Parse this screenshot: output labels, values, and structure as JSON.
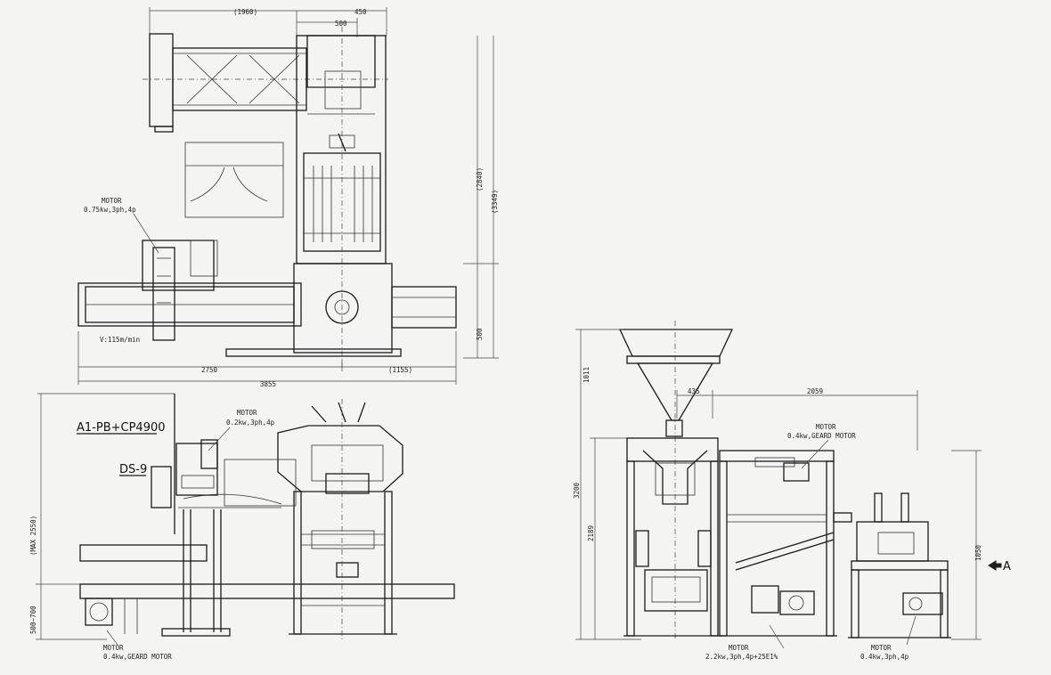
{
  "labels": {
    "model": "A1-PB+CP4900",
    "ds": "DS-9",
    "arrow_a": "A",
    "speed": "V:115m/min"
  },
  "motors": {
    "plan_motor_title": "MOTOR",
    "plan_motor_spec": "0.75kw,3ph,4p",
    "side_motor_title": "MOTOR",
    "side_motor_spec": "0.2kw,3ph,4p",
    "geared_motor_title": "MOTOR",
    "geared_motor_spec": "0.4kw,GEARD MOTOR",
    "right_geared_title": "MOTOR",
    "right_geared_spec": "0.4kw,GEARD MOTOR",
    "right_motor_1_title": "MOTOR",
    "right_motor_1_spec": "2.2kw,3ph,4p+25E1%",
    "right_motor_2_title": "MOTOR",
    "right_motor_2_spec": "0.4kw,3ph,4p"
  },
  "dimensions": {
    "top_overall": "(1960)",
    "top_450": "450",
    "top_500": "500",
    "right_2840": "(2840)",
    "right_3349": "(3349)",
    "right_500": "500",
    "bottom_2750": "2750",
    "bottom_1155": "(1155)",
    "bottom_3855": "3855",
    "left_max2550": "(MAX 2550)",
    "left_500_700": "500~700",
    "right_view_1011": "1011",
    "right_view_3200": "3200",
    "right_view_2189": "2189",
    "right_view_435": "435",
    "right_view_2059": "2059",
    "right_view_1050": "1050"
  }
}
